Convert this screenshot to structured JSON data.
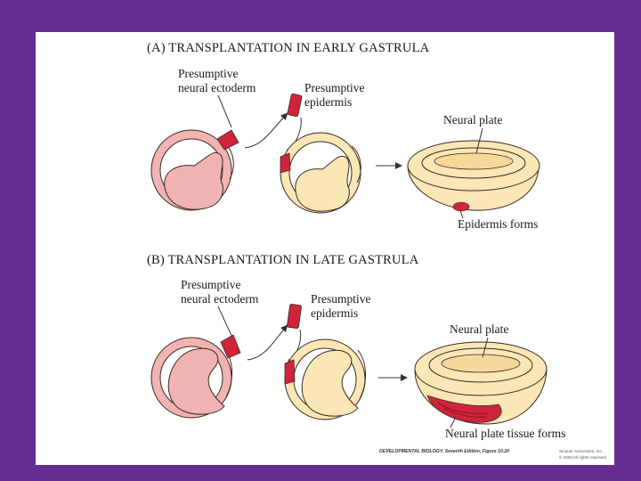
{
  "panel_a": {
    "title": "(A)  TRANSPLANTATION IN EARLY GASTRULA",
    "label_neural_ectoderm_1": "Presumptive",
    "label_neural_ectoderm_2": "neural ectoderm",
    "label_epidermis_1": "Presumptive",
    "label_epidermis_2": "epidermis",
    "label_neural_plate": "Neural plate",
    "label_result": "Epidermis forms"
  },
  "panel_b": {
    "title": "(B)  TRANSPLANTATION IN LATE GASTRULA",
    "label_neural_ectoderm_1": "Presumptive",
    "label_neural_ectoderm_2": "neural ectoderm",
    "label_epidermis_1": "Presumptive",
    "label_epidermis_2": "epidermis",
    "label_neural_plate": "Neural plate",
    "label_result": "Neural plate tissue forms"
  },
  "credit": {
    "line1": "DEVELOPMENTAL BIOLOGY, Seventh Edition, Figure 10.20",
    "line1b": "Sinauer Associates, Inc.",
    "line2": "© 2003 All rights reserved."
  },
  "colors": {
    "background": "#662d91",
    "donor_embryo": "#f2b3b3",
    "host_embryo": "#fbe6b5",
    "graft": "#d0243a",
    "outline": "#3a2a22"
  }
}
